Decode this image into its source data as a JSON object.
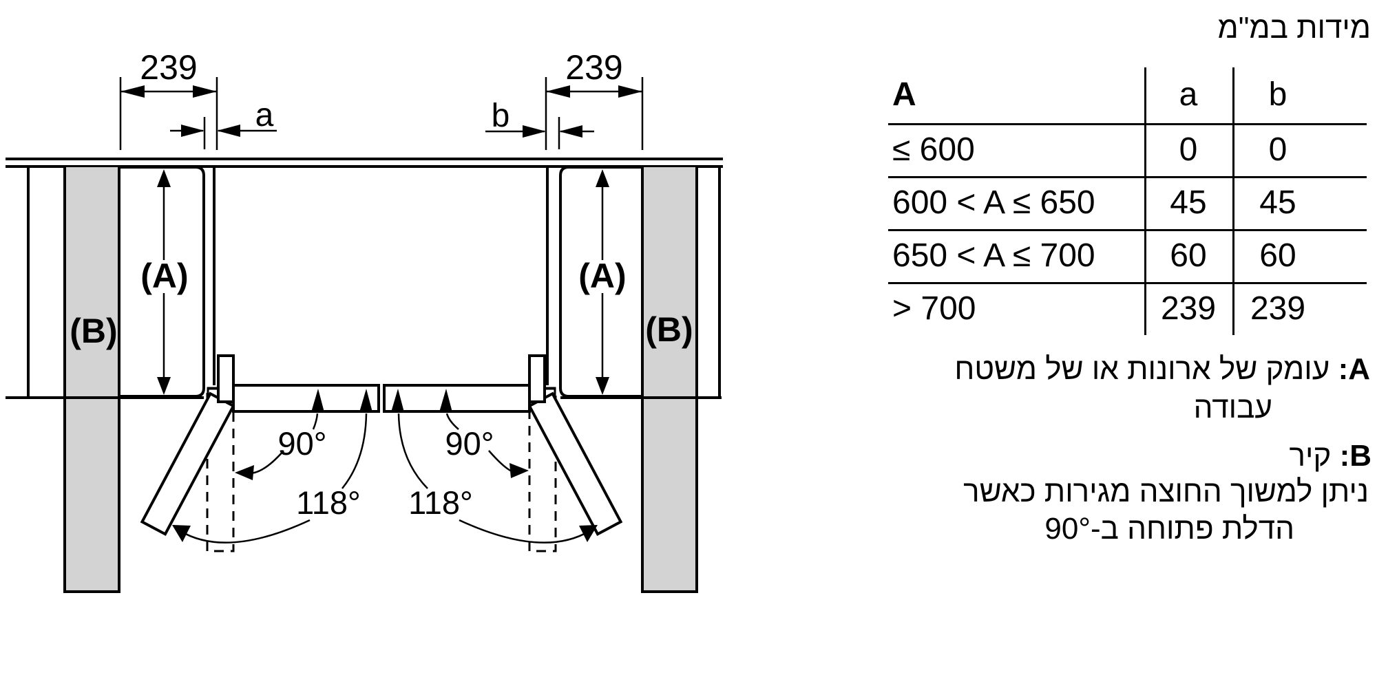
{
  "title": {
    "units_note": "מידות במ\"מ"
  },
  "table": {
    "header": {
      "col_range": "A",
      "col_a": "a",
      "col_b": "b"
    },
    "rows": [
      {
        "range": "≤ 600",
        "a": "0",
        "b": "0"
      },
      {
        "range": "600 < A ≤ 650",
        "a": "45",
        "b": "45"
      },
      {
        "range": "650 < A ≤ 700",
        "a": "60",
        "b": "60"
      },
      {
        "range": "> 700",
        "a": "239",
        "b": "239"
      }
    ]
  },
  "legend": {
    "a_key": "A:",
    "a_desc_line1": "עומק של ארונות או של משטח",
    "a_desc_line2": "עבודה",
    "b_key": "B:",
    "b_desc": "קיר",
    "note_line1": "ניתן למשוך החוצה מגירות כאשר",
    "note_line2": "הדלת פתוחה ב-90°"
  },
  "diagram": {
    "dim_left": "239",
    "dim_right": "239",
    "gap_left": "a",
    "gap_right": "b",
    "depth_label": "(A)",
    "wall_label": "(B)",
    "angle_90": "90°",
    "angle_118": "118°"
  },
  "colors": {
    "line": "#000000",
    "wall_fill": "#d3d3d3",
    "background": "#ffffff"
  }
}
